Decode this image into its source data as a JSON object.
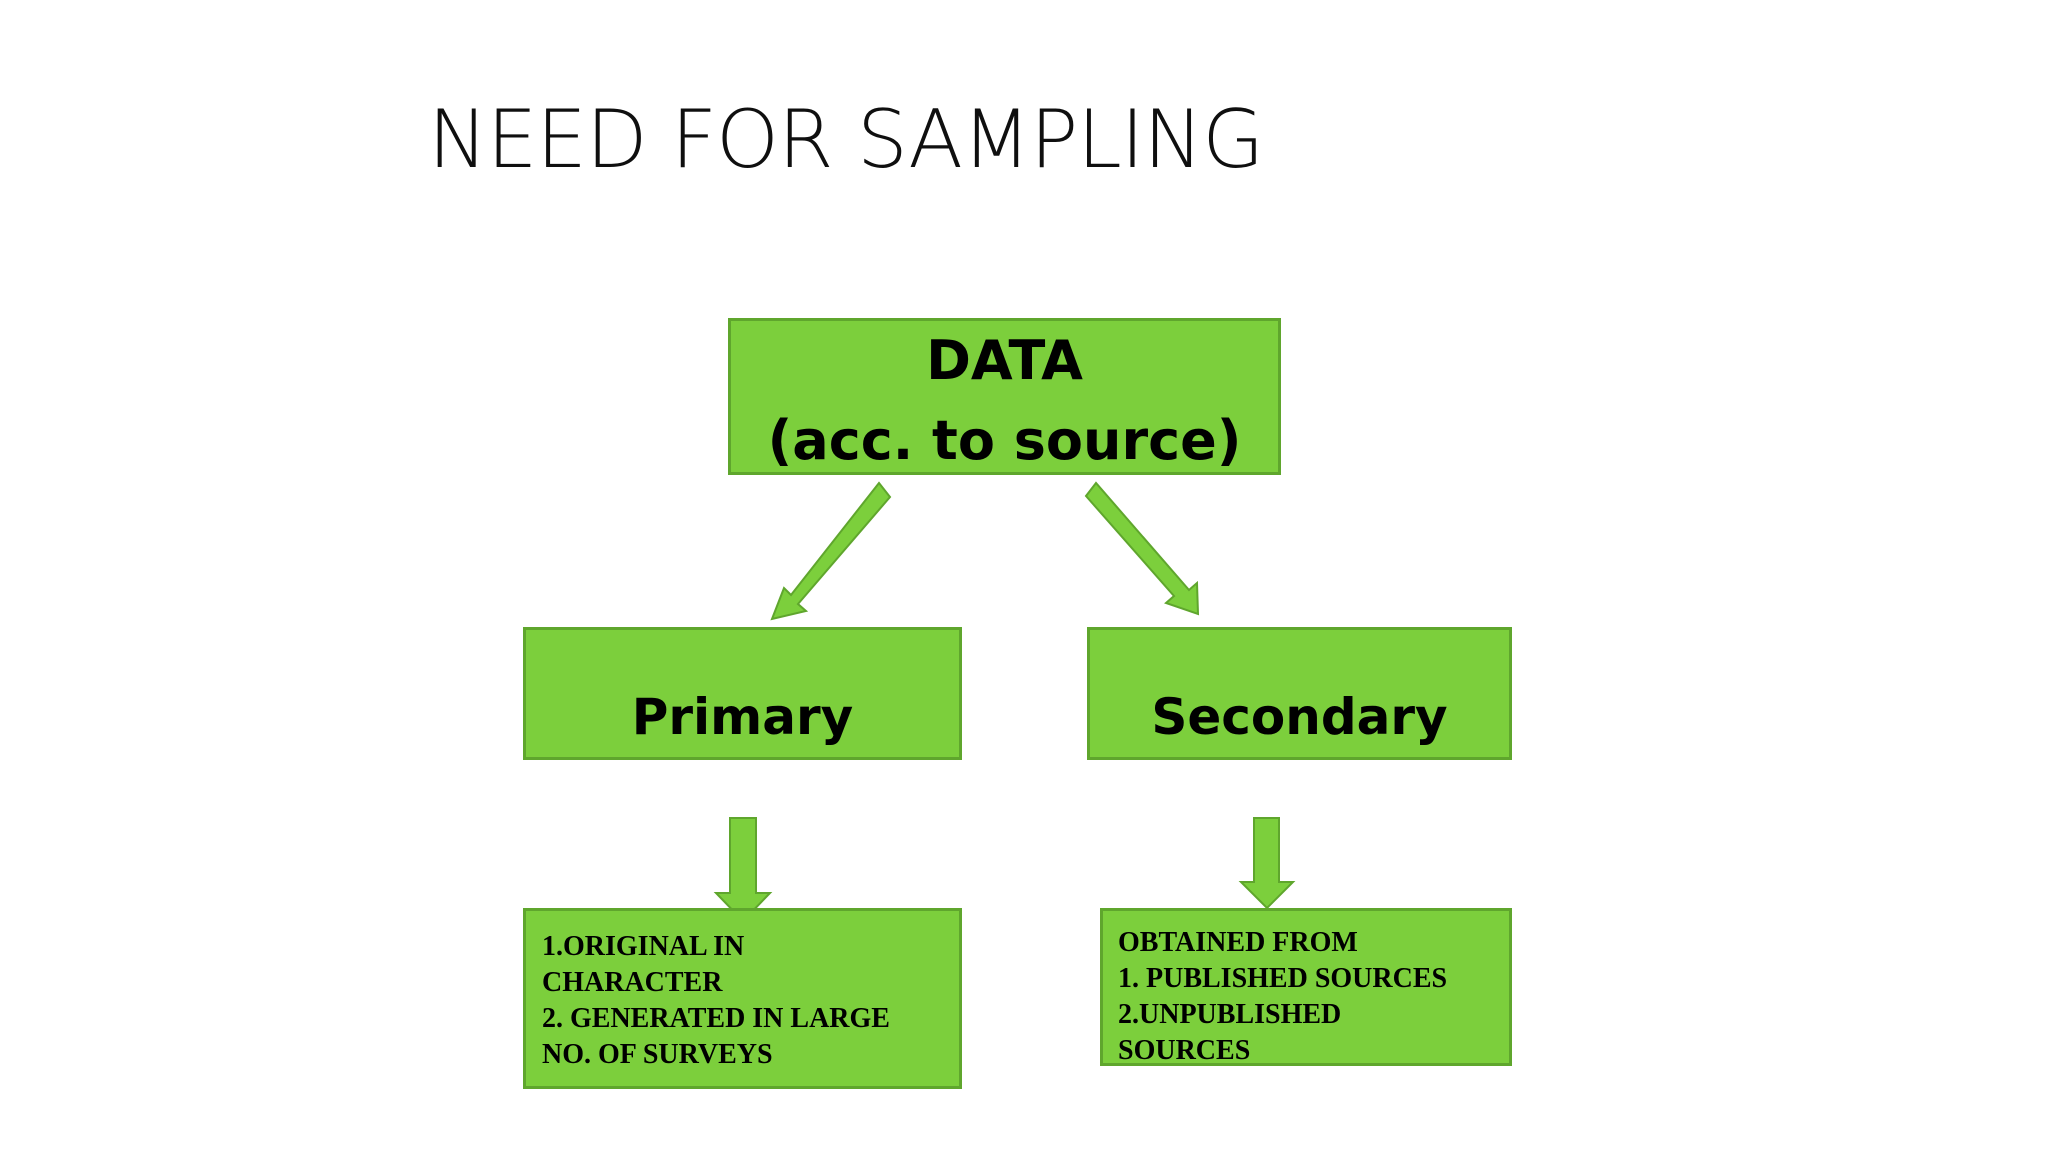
{
  "slide": {
    "title": "NEED FOR SAMPLING"
  },
  "diagram": {
    "root": {
      "line1": "DATA",
      "line2": "(acc. to source)"
    },
    "primary": {
      "label": "Primary",
      "description": [
        "1.ORIGINAL IN",
        "CHARACTER",
        "2. GENERATED IN LARGE",
        "NO. OF SURVEYS"
      ]
    },
    "secondary": {
      "label": "Secondary",
      "description": [
        "OBTAINED FROM",
        "1. PUBLISHED SOURCES",
        "2.UNPUBLISHED",
        "SOURCES"
      ]
    }
  },
  "colors": {
    "box_fill": "#7ccf3c",
    "box_border": "#5fa62d"
  }
}
